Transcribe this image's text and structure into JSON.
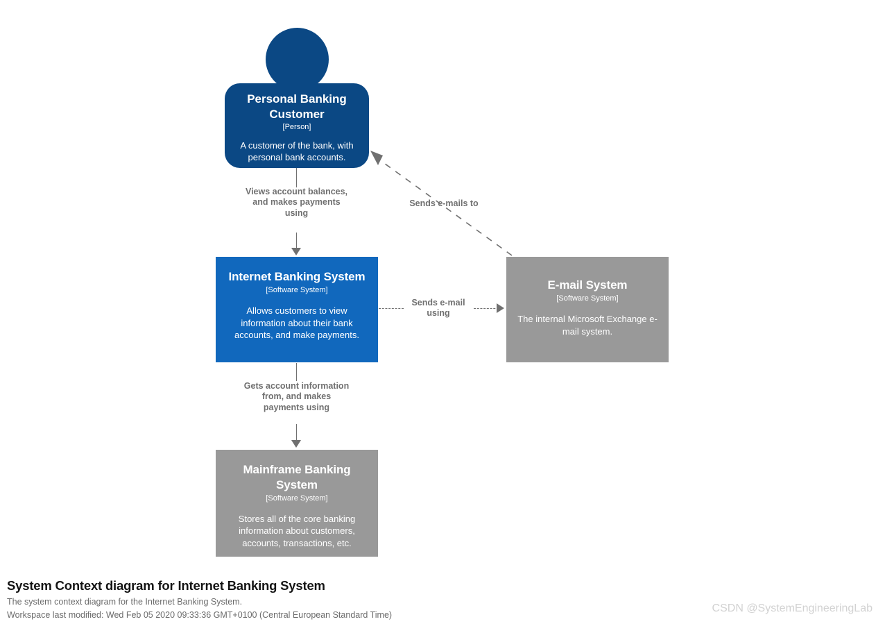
{
  "diagram": {
    "type": "c4-system-context",
    "nodes": [
      {
        "id": "personal-banking-customer",
        "shape": "person",
        "title": "Personal Banking Customer",
        "type_label": "[Person]",
        "description": "A customer of the bank, with personal bank accounts.",
        "color": "#0b4884"
      },
      {
        "id": "internet-banking-system",
        "shape": "box",
        "title": "Internet Banking System",
        "type_label": "[Software System]",
        "description": "Allows customers to view information about their bank accounts, and make payments.",
        "color": "#1168bd"
      },
      {
        "id": "email-system",
        "shape": "box",
        "title": "E-mail System",
        "type_label": "[Software System]",
        "description": "The internal Microsoft Exchange e-mail system.",
        "color": "#999999"
      },
      {
        "id": "mainframe-banking-system",
        "shape": "box",
        "title": "Mainframe Banking System",
        "type_label": "[Software System]",
        "description": "Stores all of the core banking information about customers, accounts, transactions, etc.",
        "color": "#999999"
      }
    ],
    "edges": [
      {
        "id": "customer-to-internet-banking",
        "label": "Views account balances, and makes payments using",
        "from": "personal-banking-customer",
        "to": "internet-banking-system",
        "style": "solid"
      },
      {
        "id": "internet-banking-to-email",
        "label": "Sends e-mail using",
        "from": "internet-banking-system",
        "to": "email-system",
        "style": "dashed"
      },
      {
        "id": "email-to-customer",
        "label": "Sends e-mails to",
        "from": "email-system",
        "to": "personal-banking-customer",
        "style": "dashed"
      },
      {
        "id": "internet-banking-to-mainframe",
        "label": "Gets account information from, and makes payments using",
        "from": "internet-banking-system",
        "to": "mainframe-banking-system",
        "style": "solid"
      }
    ],
    "edge_color": "#707070"
  },
  "footer": {
    "title": "System Context diagram for Internet Banking System",
    "description": "The system context diagram for the Internet Banking System.",
    "modified": "Workspace last modified: Wed Feb 05 2020 09:33:36 GMT+0100 (Central European Standard Time)"
  },
  "watermark": {
    "text": "CSDN @SystemEngineeringLab"
  }
}
